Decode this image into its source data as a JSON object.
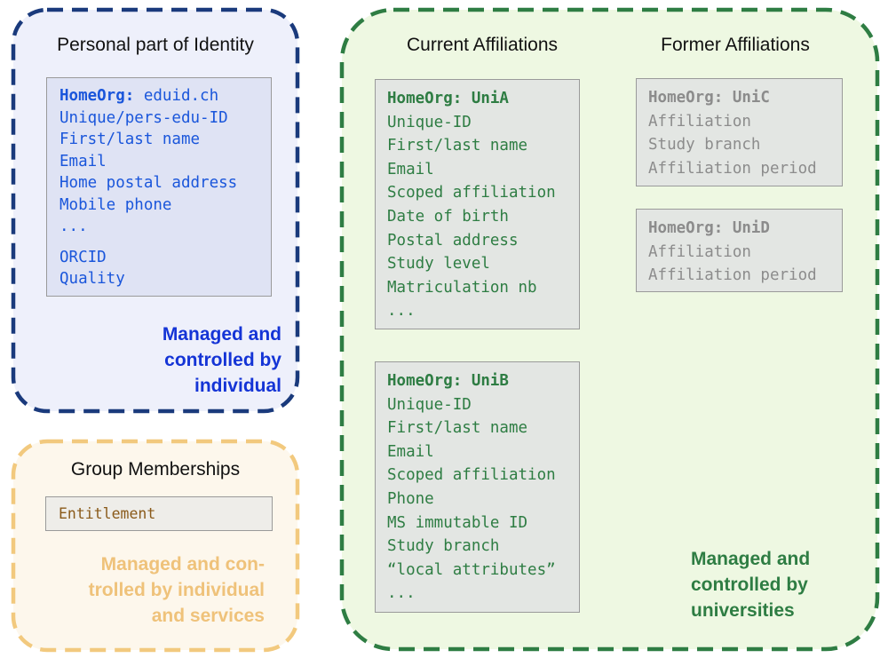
{
  "colors": {
    "personal_border": "#1a3a7c",
    "personal_fill": "#eef0fb",
    "personal_text": "#1a56db",
    "personal_note": "#1434d6",
    "group_border": "#f2c97e",
    "group_fill": "#fdf7ec",
    "group_text": "#8a5a1a",
    "group_note": "#efc27a",
    "univ_border": "#2e7d43",
    "univ_fill": "#eef8e2",
    "univ_text": "#2e7d43",
    "former_text": "#8c8c8c"
  },
  "personal": {
    "title": "Personal part of Identity",
    "box": {
      "head_label": "HomeOrg:",
      "head_value": "eduid.ch",
      "lines": [
        "Unique/pers-edu-ID",
        "First/last name",
        "Email",
        "Home postal address",
        "Mobile phone",
        "..."
      ],
      "extra_lines": [
        "ORCID",
        "Quality"
      ]
    },
    "note": [
      "Managed and",
      "controlled by",
      "individual"
    ]
  },
  "groups": {
    "title": "Group Memberships",
    "entitlement": "Entitlement",
    "note": [
      "Managed and con-",
      "trolled by individual",
      "and services"
    ]
  },
  "universities": {
    "current_title": "Current Affiliations",
    "former_title": "Former Affiliations",
    "uniA": {
      "head": "HomeOrg: UniA",
      "lines": [
        "Unique-ID",
        "First/last name",
        "Email",
        "Scoped affiliation",
        "Date of birth",
        "Postal address",
        "Study level",
        "Matriculation nb",
        "..."
      ]
    },
    "uniB": {
      "head": "HomeOrg: UniB",
      "lines": [
        "Unique-ID",
        "First/last name",
        "Email",
        "Scoped affiliation",
        "Phone",
        "MS immutable ID",
        "Study branch",
        "“local attributes”",
        "..."
      ]
    },
    "uniC": {
      "head": "HomeOrg: UniC",
      "lines": [
        "Affiliation",
        "Study branch",
        "Affiliation period"
      ]
    },
    "uniD": {
      "head": "HomeOrg: UniD",
      "lines": [
        "Affiliation",
        "Affiliation period"
      ]
    },
    "note": [
      "Managed and",
      "controlled by",
      "universities"
    ]
  }
}
